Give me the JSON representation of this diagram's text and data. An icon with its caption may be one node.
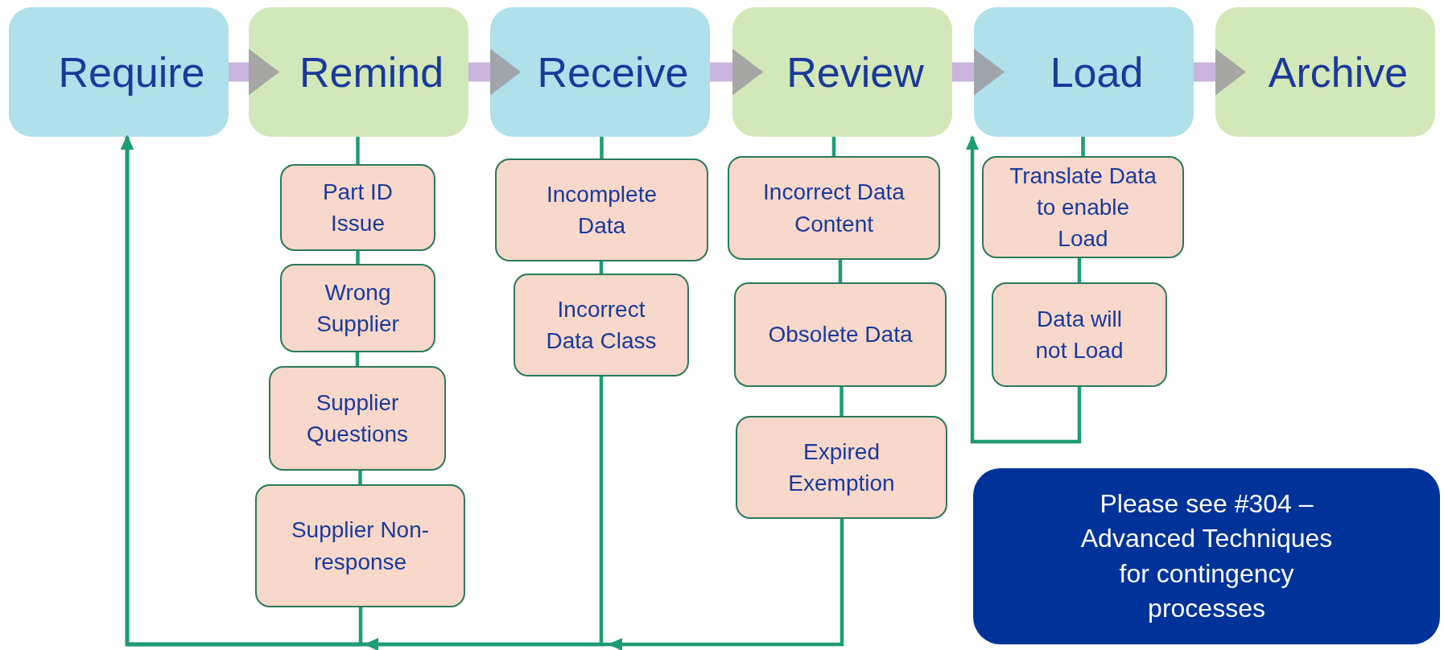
{
  "diagram": {
    "nodes": [
      {
        "text": [
          "Require"
        ]
      },
      {
        "text": [
          "Remind"
        ]
      },
      {
        "text": [
          "Receive"
        ]
      },
      {
        "text": [
          "Review"
        ]
      },
      {
        "text": [
          "Load"
        ]
      },
      {
        "text": [
          "Archive"
        ]
      },
      {
        "text": [
          "Part ID Issue"
        ]
      },
      {
        "text": [
          "Wrong Supplier"
        ]
      },
      {
        "text": [
          "Supplier Questions"
        ]
      },
      {
        "text": [
          "Supplier Non-response"
        ]
      },
      {
        "text": [
          "Incomplete Data"
        ]
      },
      {
        "text": [
          "Incorrect Data Class"
        ]
      },
      {
        "text": [
          "Incorrect Data Content"
        ]
      },
      {
        "text": [
          "Obsolete Data"
        ]
      },
      {
        "text": [
          "Expired Exemption"
        ]
      },
      {
        "text": [
          "Translate Data to enable Load"
        ]
      },
      {
        "text": [
          "Data will not Load"
        ]
      },
      {
        "text": [
          "Please see #304 – Advanced Techniques for contingency processes"
        ]
      }
    ],
    "edges": [
      {
        "from": 0,
        "to": 1,
        "arrow": "to",
        "style": "thick",
        "color": "#c9b5de"
      },
      {
        "from": 1,
        "to": 2,
        "arrow": "to",
        "style": "thick",
        "color": "#c9b5de"
      },
      {
        "from": 2,
        "to": 3,
        "arrow": "to",
        "style": "thick",
        "color": "#c9b5de"
      },
      {
        "from": 3,
        "to": 4,
        "arrow": "to",
        "style": "thick",
        "color": "#c9b5de"
      },
      {
        "from": 4,
        "to": 5,
        "arrow": "to",
        "style": "thick",
        "color": "#c9b5de"
      },
      {
        "from": 1,
        "to": 6,
        "arrow": "none"
      },
      {
        "from": 6,
        "to": 7,
        "arrow": "none"
      },
      {
        "from": 7,
        "to": 8,
        "arrow": "none"
      },
      {
        "from": 8,
        "to": 9,
        "arrow": "none"
      },
      {
        "from": 9,
        "to": 0,
        "arrow": "to"
      },
      {
        "from": 2,
        "to": 10,
        "arrow": "none"
      },
      {
        "from": 10,
        "to": 11,
        "arrow": "none"
      },
      {
        "from": 11,
        "to": 0,
        "arrow": "to"
      },
      {
        "from": 3,
        "to": 12,
        "arrow": "none"
      },
      {
        "from": 12,
        "to": 13,
        "arrow": "none"
      },
      {
        "from": 13,
        "to": 14,
        "arrow": "none"
      },
      {
        "from": 14,
        "to": 0,
        "arrow": "to"
      },
      {
        "from": 4,
        "to": 15,
        "arrow": "none"
      },
      {
        "from": 15,
        "to": 16,
        "arrow": "none"
      },
      {
        "from": 16,
        "to": 4,
        "arrow": "to"
      }
    ]
  }
}
